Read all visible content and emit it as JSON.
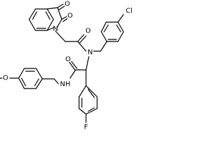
{
  "structure": {
    "type": "skeletal-formula",
    "atom_labels": {
      "isatin_n": "N",
      "isatin_o_ketone": "O",
      "isatin_o_lactam": "O",
      "amide_n": "N",
      "acyl_o": "O",
      "chloro": "Cl",
      "anilide_o": "O",
      "anilide_nh": "NH",
      "methoxy_o": "O",
      "fluoro": "F"
    }
  }
}
